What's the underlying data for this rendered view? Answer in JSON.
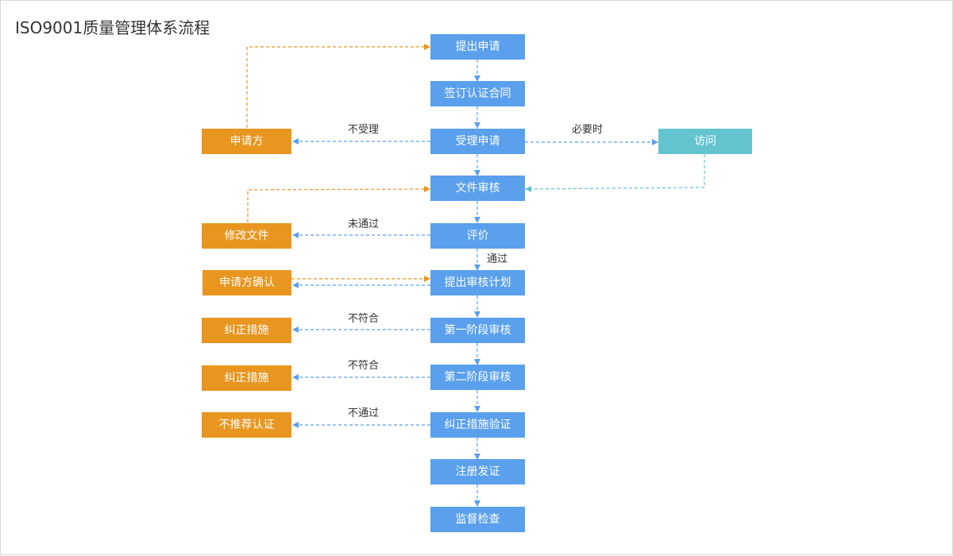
{
  "title": "ISO9001质量管理体系流程",
  "colors": {
    "process": "#5aa0ec",
    "applicant": "#e8961f",
    "visit": "#63c4d0"
  },
  "nodes": {
    "apply": "提出申请",
    "contract": "签订认证合同",
    "accept": "受理申请",
    "doc_review": "文件审核",
    "evaluate": "评价",
    "audit_plan": "提出审核计划",
    "stage1": "第一阶段审核",
    "stage2": "第二阶段审核",
    "corrective_verify": "纠正措施验证",
    "register": "注册发证",
    "supervise": "监督检查",
    "applicant": "申请方",
    "modify_doc": "修改文件",
    "applicant_confirm": "申请方确认",
    "corrective1": "纠正措施",
    "corrective2": "纠正措施",
    "not_recommend": "不推荐认证",
    "visit": "访问"
  },
  "edge_labels": {
    "not_accepted": "不受理",
    "when_needed": "必要时",
    "not_passed": "未通过",
    "passed": "通过",
    "nonconform1": "不符合",
    "nonconform2": "不符合",
    "fail": "不通过"
  }
}
